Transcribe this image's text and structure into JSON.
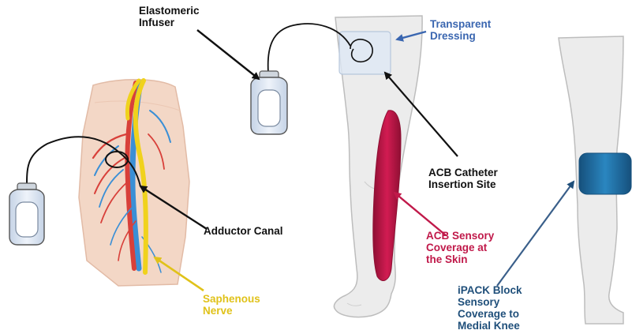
{
  "labels": {
    "elastomeric_infuser": "Elastomeric\nInfuser",
    "transparent_dressing": "Transparent\nDressing",
    "acb_catheter": "ACB Catheter\nInsertion Site",
    "adductor_canal": "Adductor Canal",
    "acb_sensory": "ACB Sensory\nCoverage at\nthe Skin",
    "saphenous_nerve": "Saphenous\nNerve",
    "ipack_block": "iPACK Block\nSensory\nCoverage to\nMedial Knee"
  },
  "colors": {
    "skin": "#ececec",
    "skin_outline": "#bdbdbd",
    "thigh_tissue": "#f3d7c6",
    "nerve_yellow": "#f0d21c",
    "artery_red": "#d8403a",
    "vein_blue": "#3a8fd6",
    "acb_coverage": "#b8123f",
    "ipack_coverage": "#1f6fa3",
    "dressing": "#dfe8f5",
    "bottle_fill": "#d6e2f2"
  }
}
